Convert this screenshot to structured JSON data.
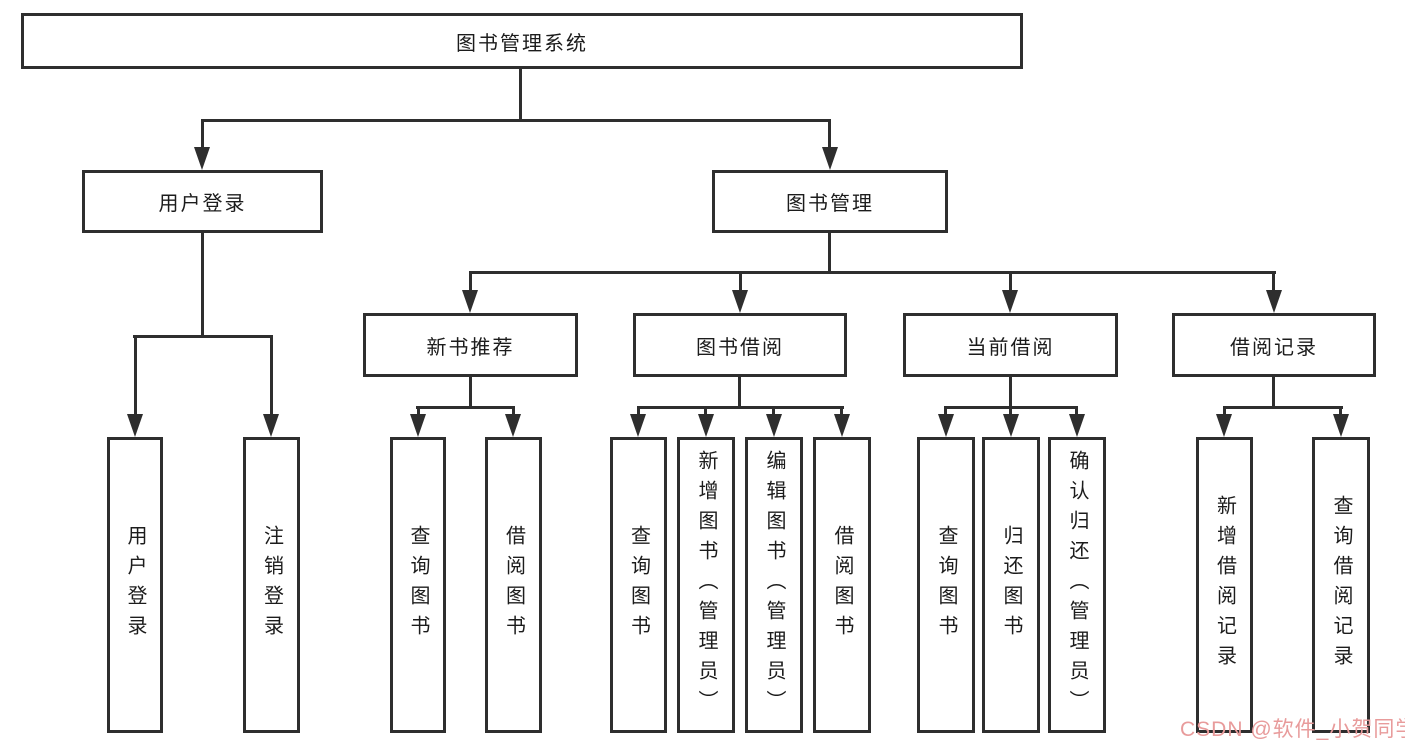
{
  "diagram": {
    "root": {
      "label": "图书管理系统"
    },
    "branches": [
      {
        "label": "用户登录",
        "children": [
          {
            "label": "用户登录"
          },
          {
            "label": "注销登录"
          }
        ]
      },
      {
        "label": "图书管理",
        "children": [
          {
            "label": "新书推荐",
            "children": [
              {
                "label": "查询图书"
              },
              {
                "label": "借阅图书"
              }
            ]
          },
          {
            "label": "图书借阅",
            "children": [
              {
                "label": "查询图书"
              },
              {
                "label": "新增图书（管理员）"
              },
              {
                "label": "编辑图书（管理员）"
              },
              {
                "label": "借阅图书"
              }
            ]
          },
          {
            "label": "当前借阅",
            "children": [
              {
                "label": "查询图书"
              },
              {
                "label": "归还图书"
              },
              {
                "label": "确认归还（管理员）"
              }
            ]
          },
          {
            "label": "借阅记录",
            "children": [
              {
                "label": "新增借阅记录"
              },
              {
                "label": "查询借阅记录"
              }
            ]
          }
        ]
      }
    ]
  },
  "watermark": {
    "text": "CSDN @软件_小贺同学",
    "color": "#e89b9b"
  },
  "colors": {
    "line": "#2e2e2e",
    "box_border": "#2e2e2e",
    "text": "#1c1c1c",
    "background": "#ffffff"
  }
}
